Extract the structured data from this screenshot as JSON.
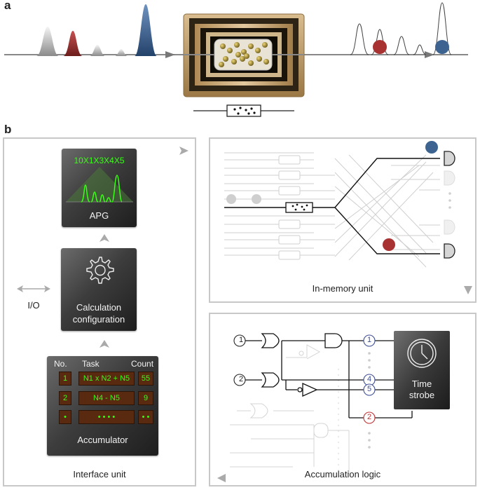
{
  "panel_a": {
    "label": "a"
  },
  "panel_b": {
    "label": "b"
  },
  "interface_unit": {
    "title": "Interface unit",
    "apg": {
      "sequence": "10X1X3X4X5",
      "label": "APG"
    },
    "calc": {
      "line1": "Calculation",
      "line2": "configuration"
    },
    "io_label": "I/O",
    "accumulator": {
      "title": "Accumulator",
      "col_no": "No.",
      "col_task": "Task",
      "col_count": "Count",
      "rows": [
        {
          "no": "1",
          "task": "N1 x N2 + N5",
          "count": "55"
        },
        {
          "no": "2",
          "task": "N4 - N5",
          "count": "9"
        },
        {
          "no": "•",
          "task": "• • • •",
          "count": "• •"
        }
      ]
    }
  },
  "memory_unit": {
    "title": "In-memory unit"
  },
  "accumulation_logic": {
    "title": "Accumulation logic",
    "inputs": [
      "1",
      "2"
    ],
    "channels": [
      "1",
      "4",
      "5",
      "2"
    ],
    "strobe": {
      "line1": "Time",
      "line2": "strobe"
    }
  },
  "colors": {
    "red": "#a83232",
    "blue": "#3d6391",
    "green": "#39ff14"
  }
}
